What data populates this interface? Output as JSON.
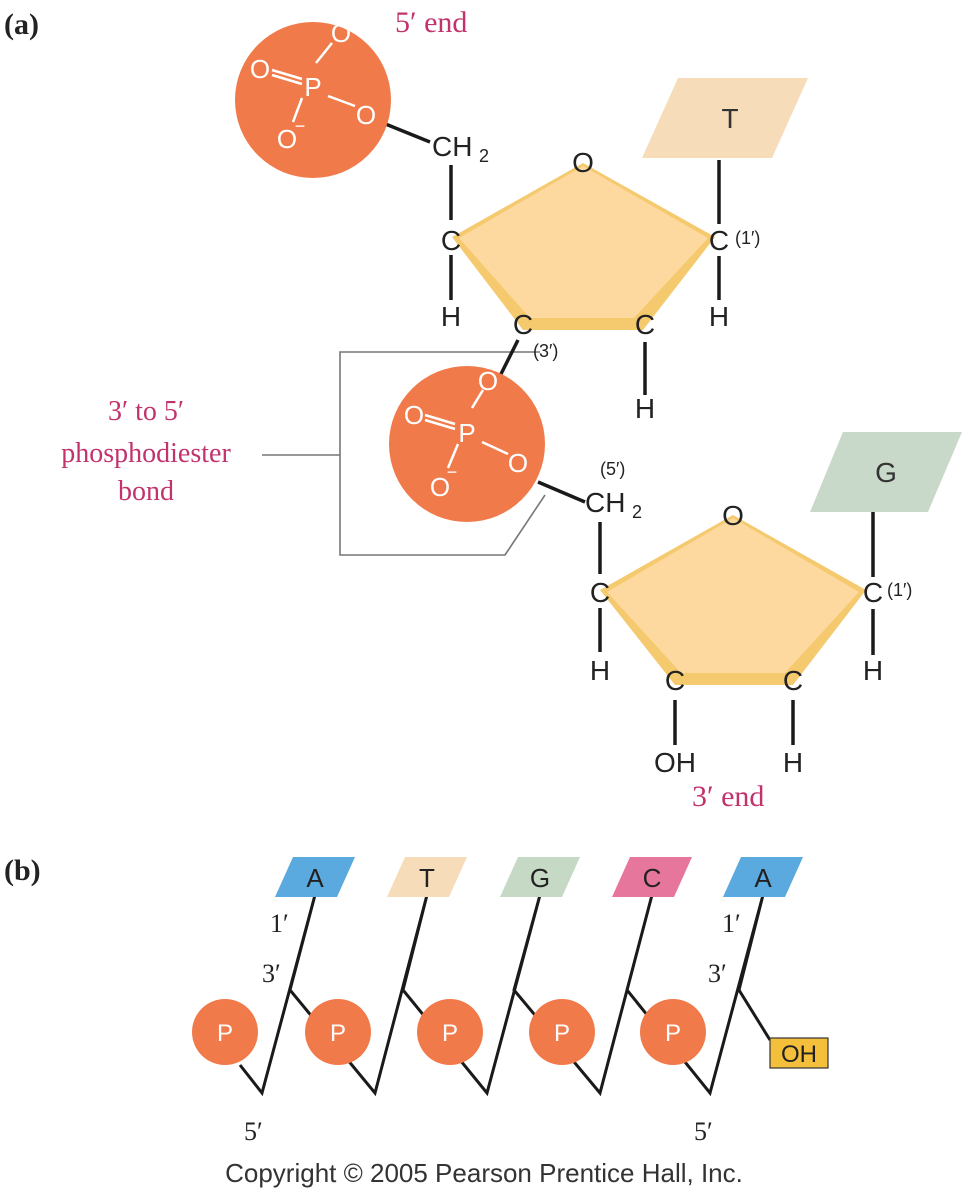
{
  "panel_a": {
    "label": "(a)",
    "end_5": "5′ end",
    "end_3": "3′ end",
    "bond_label": [
      "3′ to 5′",
      "phosphodiester",
      "bond"
    ],
    "phosphate_1": {
      "o_top": "O",
      "o_top_charge": "−",
      "o_left": "O",
      "p": "P",
      "o_right": "O",
      "o_bottom": "O",
      "o_bottom_charge": "−"
    },
    "phosphate_2": {
      "o_top": "O",
      "o_left": "O",
      "p": "P",
      "o_right": "O",
      "o_bottom": "O",
      "o_bottom_charge": "−"
    },
    "nucleotide_1": {
      "base": "T",
      "ch2": "CH",
      "ch2_sub": "2",
      "ring_o": "O",
      "c4": "C",
      "h4": "H",
      "c3": "C",
      "c3_label": "(3′)",
      "c2": "C",
      "h2": "H",
      "c1": "C",
      "c1_label": "(1′)",
      "h1": "H"
    },
    "nucleotide_2": {
      "base": "G",
      "c5_label": "(5′)",
      "ch2": "CH",
      "ch2_sub": "2",
      "ring_o": "O",
      "c4": "C",
      "h4": "H",
      "c3": "C",
      "oh3": "OH",
      "c2": "C",
      "h2": "H",
      "c1": "C",
      "c1_label": "(1′)",
      "h1": "H"
    }
  },
  "panel_b": {
    "label": "(b)",
    "bases": [
      {
        "letter": "A",
        "color": "#5aa9df"
      },
      {
        "letter": "T",
        "color": "#f6dcb8"
      },
      {
        "letter": "G",
        "color": "#c5d9c5"
      },
      {
        "letter": "C",
        "color": "#e6769c"
      },
      {
        "letter": "A",
        "color": "#5aa9df"
      }
    ],
    "phosphate": "P",
    "terminal": "OH",
    "prime_1_left": "1′",
    "prime_3_left": "3′",
    "prime_1_right": "1′",
    "prime_3_right": "3′",
    "prime_5_left": "5′",
    "prime_5_right": "5′"
  },
  "copyright": "Copyright © 2005 Pearson Prentice Hall, Inc.",
  "colors": {
    "phosphate": "#f07a4a",
    "sugar": "#fdd9a0",
    "sugar_edge": "#f0c060",
    "label_accent": "#c2336e",
    "base_T": "#f6dcb8",
    "base_G": "#c9d9c9",
    "oh_box": "#f4bf3a"
  }
}
